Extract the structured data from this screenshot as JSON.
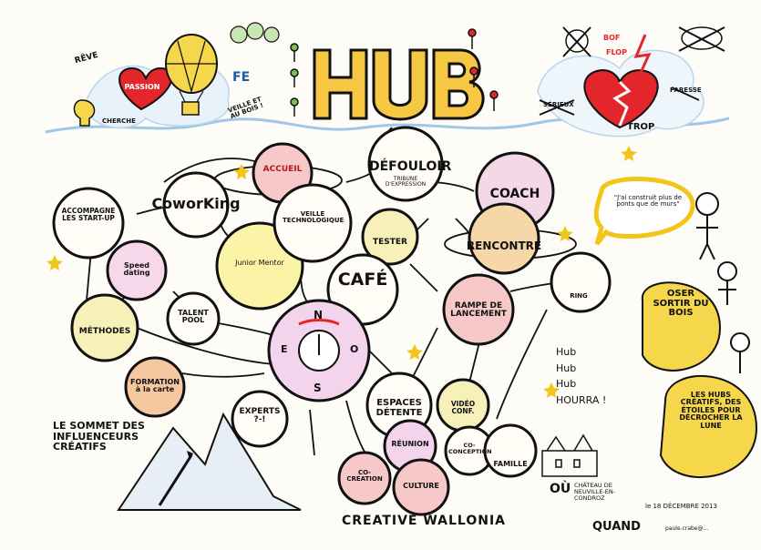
{
  "title": "HUB",
  "top": {
    "reve": "RÊVE",
    "passion": "PASSION",
    "cherche": "CHERCHE",
    "fe": "FE",
    "veille_bois": "VEILLE ET AU BOIS !",
    "bof": "BOF",
    "flop": "FLOP",
    "serieux": "SÉRIEUX",
    "paresse": "PARESSE",
    "trop": "TROP"
  },
  "bubbles": {
    "accueil": "ACCUEIL",
    "coworking": "CoworKing",
    "accompagne": "ACCOMPAGNE LES START-UP",
    "speed_dating": "Speed dating",
    "methodes": "MÉTHODES",
    "talent_pool": "TALENT POOL",
    "junior_mentor": "Junior Mentor",
    "veille": "VEILLE TECHNOLOGIQUE",
    "defouloir": "DÉFOULOIR",
    "defouloir_sub": "TRIBUNE D'EXPRESSION",
    "coach": "COACH",
    "tester": "TESTER",
    "rencontre": "RENCONTRE",
    "cafe": "CAFÉ",
    "rampe": "RAMPE DE LANCEMENT",
    "ring": "RING",
    "formation": "FORMATION à la carte",
    "experts": "EXPERTS ?-!",
    "espaces": "ESPACES DÉTENTE",
    "video_conf": "VIDÉO CONF.",
    "reunion": "RÉUNION",
    "coconception": "CO-CONCEPTION",
    "famille": "FAMILLE",
    "cocreation": "CO-CRÉATION",
    "culture": "CULTURE"
  },
  "compass": {
    "n": "N",
    "e": "E",
    "o": "O",
    "s": "S"
  },
  "right": {
    "hub_chant": "Hub\nHub\nHub\nHOURRA !",
    "quote": "\"J'ai construit plus de ponts que de murs\"",
    "oser": "OSER SORTIR DU BOIS",
    "hubs": "LES HUBS CRÉATIFS, DES ÉTOILES POUR DÉCROCHER LA LUNE"
  },
  "bottom": {
    "sommet": "LE SOMMET DES INFLUENCEURS CRÉATIFS",
    "creative_wallonia": "CREATIVE WALLONIA",
    "ou": "OÙ",
    "chateau": "CHÂTEAU DE NEUVILLE-EN-CONDROZ",
    "quand": "QUAND",
    "date": "le 18 DÉCEMBRE 2013",
    "author": "paule.crabe@..."
  },
  "colors": {
    "heart_red": "#e3262c",
    "hub_yellow": "#f5c742",
    "sky_blue": "#9ec7e8",
    "bubble_pink": "#f3d4ec"
  }
}
